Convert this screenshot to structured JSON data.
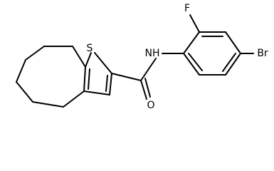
{
  "molecule": {
    "atoms": {
      "S": "S",
      "O": "O",
      "NH": "NH",
      "F": "F",
      "Br": "Br"
    }
  }
}
